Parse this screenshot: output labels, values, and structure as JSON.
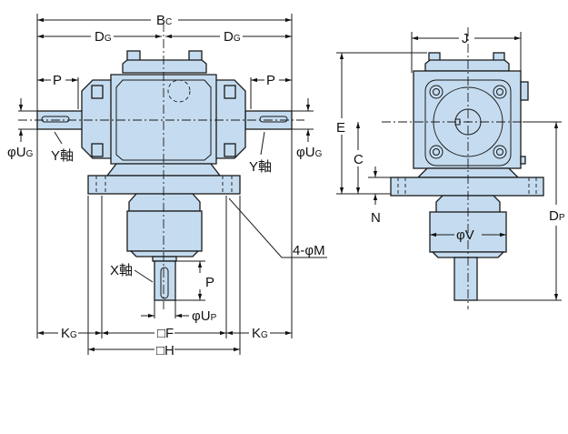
{
  "colors": {
    "body": "#c5dcf0",
    "line": "#1a1a1a"
  },
  "front_view": {
    "overall_width": {
      "main": "B",
      "sub": "C"
    },
    "half_width_left": {
      "main": "D",
      "sub": "G"
    },
    "half_width_right": {
      "main": "D",
      "sub": "G"
    },
    "shaft_length_left": "P",
    "shaft_length_right": "P",
    "shaft_dia_left": {
      "main": "φU",
      "sub": "G"
    },
    "shaft_dia_right": {
      "main": "φU",
      "sub": "G"
    },
    "y_axis_left": "Y軸",
    "y_axis_right": "Y軸",
    "mount_holes": "4-φM",
    "x_axis": "X軸",
    "x_shaft_length": "P",
    "x_shaft_dia": {
      "main": "φU",
      "sub": "P"
    },
    "k_left": {
      "main": "K",
      "sub": "G"
    },
    "k_right": {
      "main": "K",
      "sub": "G"
    },
    "flange_f": "□F",
    "flange_h": "□H"
  },
  "side_view": {
    "width_j": "J",
    "height_e": "E",
    "center_c": "C",
    "flange_n": "N",
    "dia_v": "φV",
    "depth_dp": {
      "main": "D",
      "sub": "P"
    }
  }
}
